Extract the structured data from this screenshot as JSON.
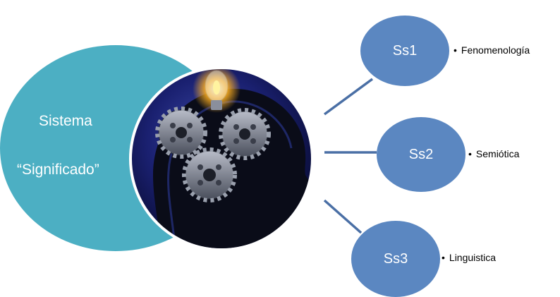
{
  "main_concept": {
    "line1": "Sistema",
    "line2": "“Significado”"
  },
  "subsystems": [
    {
      "label": "Ss1",
      "item": "Fenomenología"
    },
    {
      "label": "Ss2",
      "item": "Semiótica"
    },
    {
      "label": "Ss3",
      "item": "Linguistica"
    }
  ],
  "colors": {
    "main_ellipse": "#4cafc3",
    "sub_circle": "#5b87c1",
    "connector": "#4a6fa5"
  },
  "image": {
    "icon": "head-gears-lightbulb-icon"
  }
}
